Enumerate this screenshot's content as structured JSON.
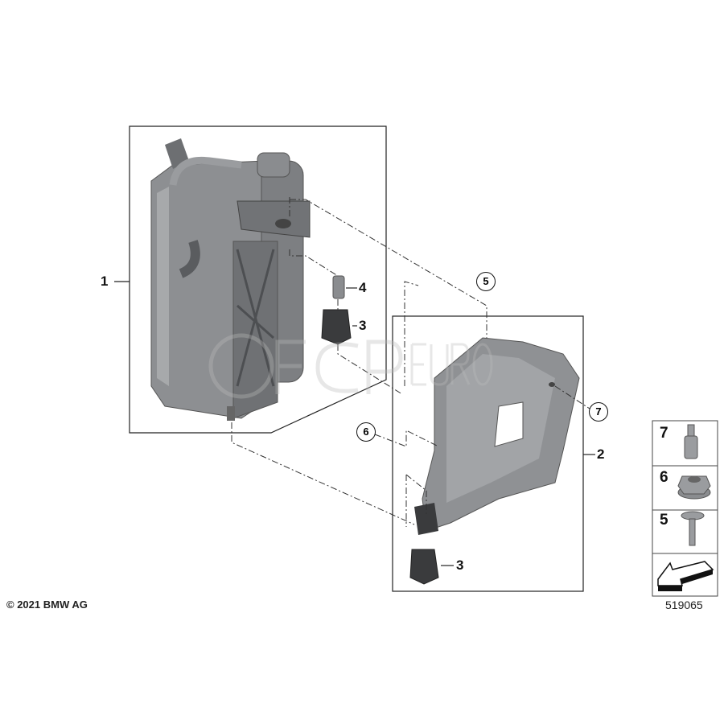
{
  "callouts": {
    "c1": "1",
    "c2": "2",
    "c3a": "3",
    "c3b": "3",
    "c4": "4",
    "c5": "5",
    "c6": "6",
    "c7": "7"
  },
  "legend": {
    "items": [
      {
        "number": "7",
        "part": "stud-bolt"
      },
      {
        "number": "6",
        "part": "hex-nut"
      },
      {
        "number": "5",
        "part": "collar-bolt"
      }
    ],
    "diagram_number": "519065"
  },
  "copyright": "© 2021 BMW AG",
  "watermark": "FCP EURO"
}
